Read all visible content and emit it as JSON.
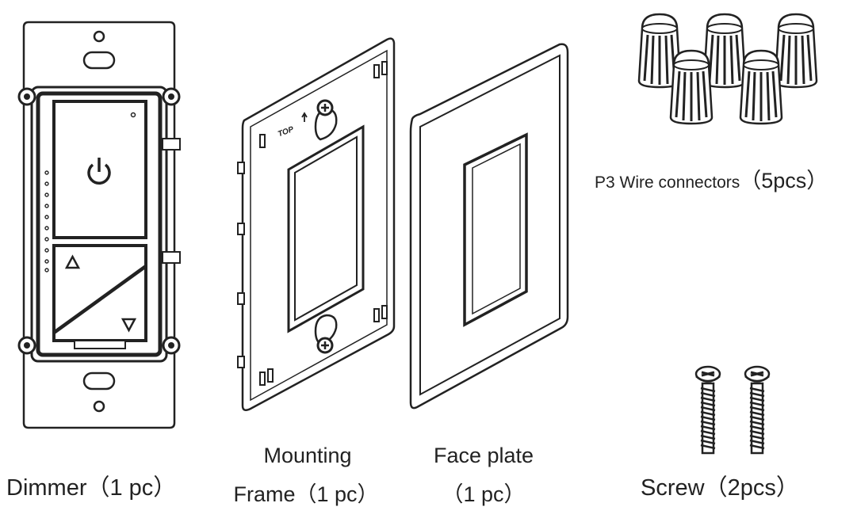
{
  "parts": {
    "dimmer": {
      "label": "Dimmer（1 pc）"
    },
    "mounting_frame": {
      "label_line1": "Mounting",
      "label_line2": "Frame（1 pc）",
      "top_mark": "TOP"
    },
    "face_plate": {
      "label_line1": "Face plate",
      "label_line2": "（1 pc）"
    },
    "wire_connectors": {
      "label": "P3 Wire connectors",
      "qty": "（5pcs）"
    },
    "screws": {
      "label": "Screw（2pcs）"
    }
  },
  "colors": {
    "ink": "#222222",
    "fill": "#ffffff"
  }
}
